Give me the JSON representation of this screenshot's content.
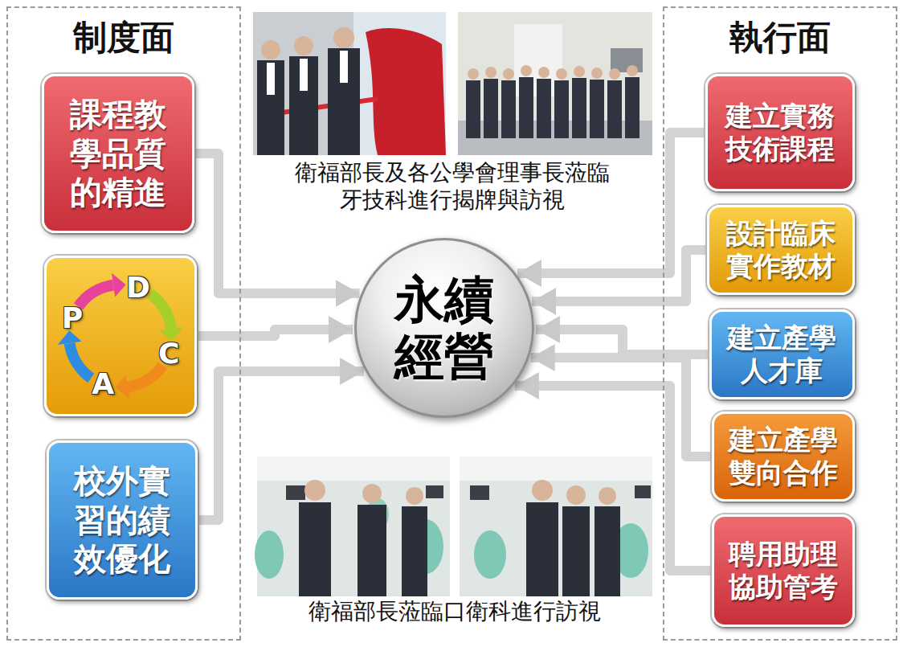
{
  "diagram": {
    "nodes": [
      {
        "text": [
          "制度面"
        ]
      },
      {
        "text": [
          "課程教學品質的精進"
        ],
        "in": 0
      },
      {
        "text": [
          "P",
          "D",
          "C",
          "A"
        ],
        "in": 0
      },
      {
        "text": [
          "校外實習的績效優化"
        ],
        "in": 0
      },
      {
        "text": [
          "執行面"
        ]
      },
      {
        "text": [
          "建立實務技術課程"
        ],
        "in": 4
      },
      {
        "text": [
          "設計臨床實作教材"
        ],
        "in": 4
      },
      {
        "text": [
          "建立產學人才庫"
        ],
        "in": 4
      },
      {
        "text": [
          "建立產學雙向合作"
        ],
        "in": 4
      },
      {
        "text": [
          "聘用助理協助管考"
        ],
        "in": 4
      },
      {
        "text": [
          "永續經營"
        ]
      }
    ],
    "edges": [
      {
        "from": 1,
        "to": 10,
        "arrow": "to"
      },
      {
        "from": 2,
        "to": 10,
        "arrow": "to"
      },
      {
        "from": 3,
        "to": 10,
        "arrow": "to"
      },
      {
        "from": 5,
        "to": 10,
        "arrow": "to"
      },
      {
        "from": 6,
        "to": 10,
        "arrow": "to"
      },
      {
        "from": 7,
        "to": 10,
        "arrow": "to"
      },
      {
        "from": 8,
        "to": 10,
        "arrow": "to"
      },
      {
        "from": 9,
        "to": 10,
        "arrow": "to"
      }
    ],
    "labels": [
      "衛福部長及各公學會理事長蒞臨牙技科進行揭牌與訪視",
      "衛福部長蒞臨口衛科進行訪視"
    ]
  }
}
